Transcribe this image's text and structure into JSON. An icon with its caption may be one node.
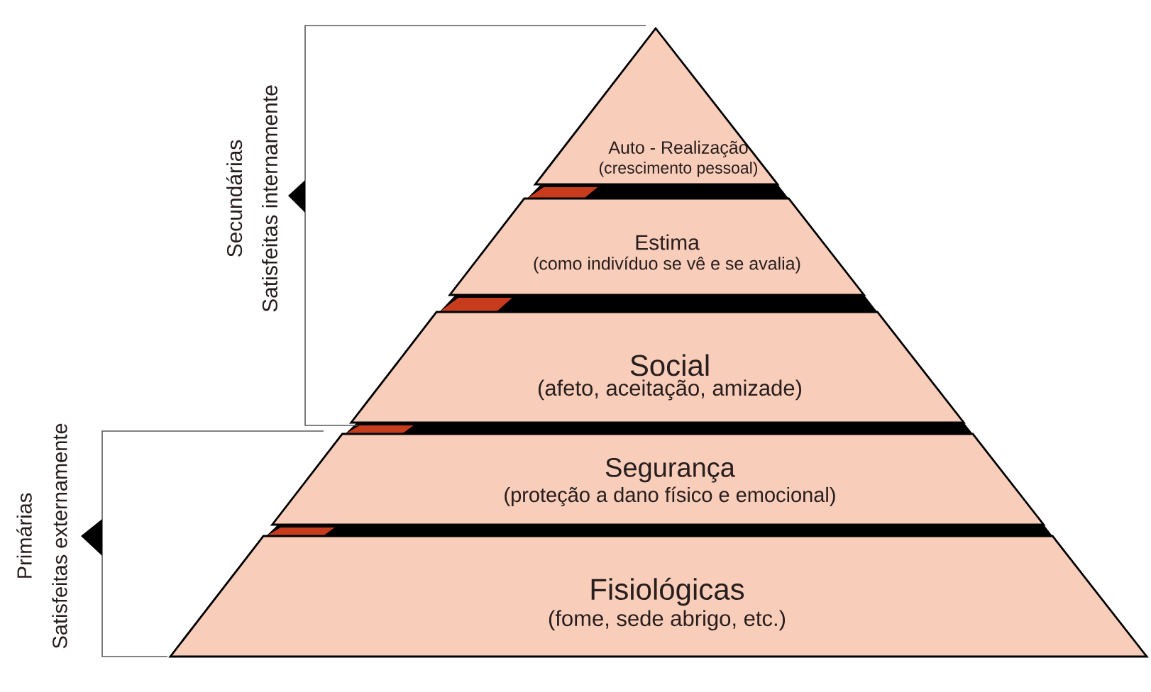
{
  "diagram": {
    "nodes": [
      {
        "text": [
          "Auto - Realização",
          "(crescimento pessoal)"
        ]
      },
      {
        "text": [
          "Estima",
          "(como indivíduo se vê e se avalia)"
        ]
      },
      {
        "text": [
          "Social",
          "(afeto, aceitação, amizade)"
        ]
      },
      {
        "text": [
          "Segurança",
          "(proteção a dano físico e emocional)"
        ]
      },
      {
        "text": [
          "Fisiológicas",
          "(fome, sede abrigo, etc.)"
        ]
      }
    ],
    "labels": [
      "Secundárias",
      "Satisfeitas internamente",
      "Primárias",
      "Satisfeitas externamente"
    ]
  }
}
